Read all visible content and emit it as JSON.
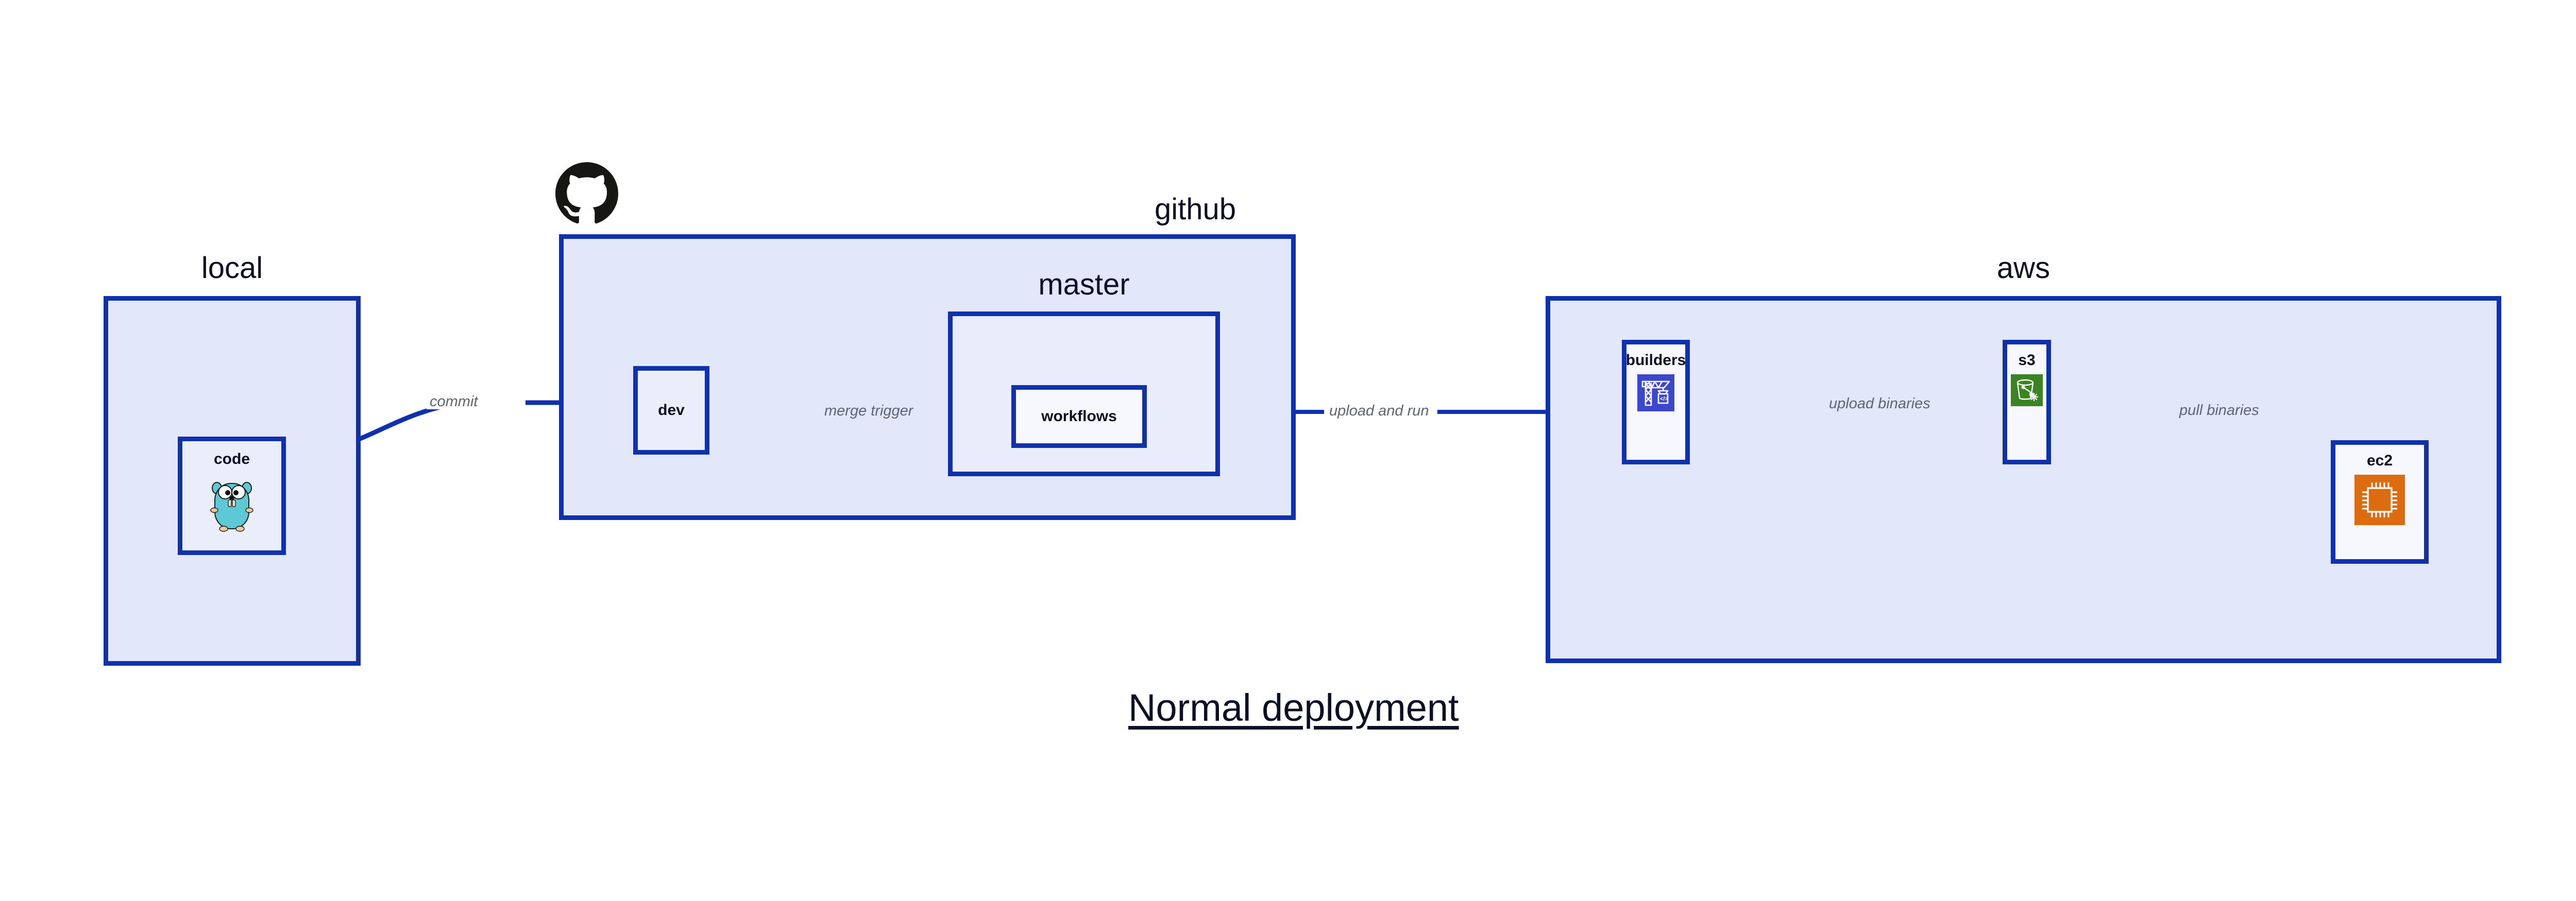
{
  "diagram": {
    "title": "Normal deployment",
    "colors": {
      "group_fill": "#e2e7f9",
      "group_border": "#0f31ae",
      "node_fill": "#eaeefb",
      "edge_stroke": "#0f31ae",
      "label_text": "#5e6472",
      "title_text": "#0d1024",
      "builders_icon_bg": "#3b48cc",
      "s3_icon_bg": "#3a8422",
      "ec2_icon_bg": "#dd6b10",
      "gopher_body": "#5dc9d6",
      "github_logo": "#161614"
    }
  },
  "groups": [
    {
      "id": "local",
      "label": "local"
    },
    {
      "id": "github",
      "label": "github"
    },
    {
      "id": "aws",
      "label": "aws"
    }
  ],
  "subgroups": [
    {
      "id": "master",
      "label": "master",
      "parent": "github"
    }
  ],
  "nodes": [
    {
      "id": "code",
      "label": "code",
      "parent": "local",
      "icon": "go-gopher-icon"
    },
    {
      "id": "dev",
      "label": "dev",
      "parent": "github",
      "icon": "none"
    },
    {
      "id": "workflows",
      "label": "workflows",
      "parent": "master",
      "icon": "none"
    },
    {
      "id": "builders",
      "label": "builders",
      "parent": "aws",
      "icon": "crane-code-icon"
    },
    {
      "id": "s3",
      "label": "s3",
      "parent": "aws",
      "icon": "s3-bucket-icon"
    },
    {
      "id": "ec2",
      "label": "ec2",
      "parent": "aws",
      "icon": "cpu-chip-icon"
    }
  ],
  "edges": [
    {
      "id": "code-to-dev",
      "from": "code",
      "to": "dev",
      "label": "commit"
    },
    {
      "id": "dev-to-workflows",
      "from": "dev",
      "to": "workflows",
      "label": "merge trigger"
    },
    {
      "id": "workflows-to-build",
      "from": "workflows",
      "to": "builders",
      "label": "upload and run"
    },
    {
      "id": "builders-to-s3",
      "from": "builders",
      "to": "s3",
      "label": "upload binaries"
    },
    {
      "id": "s3-to-ec2",
      "from": "s3",
      "to": "ec2",
      "label": "pull binaries"
    }
  ],
  "logos": [
    {
      "id": "github-octocat",
      "name": "github-logo",
      "attached_to": "github"
    }
  ]
}
